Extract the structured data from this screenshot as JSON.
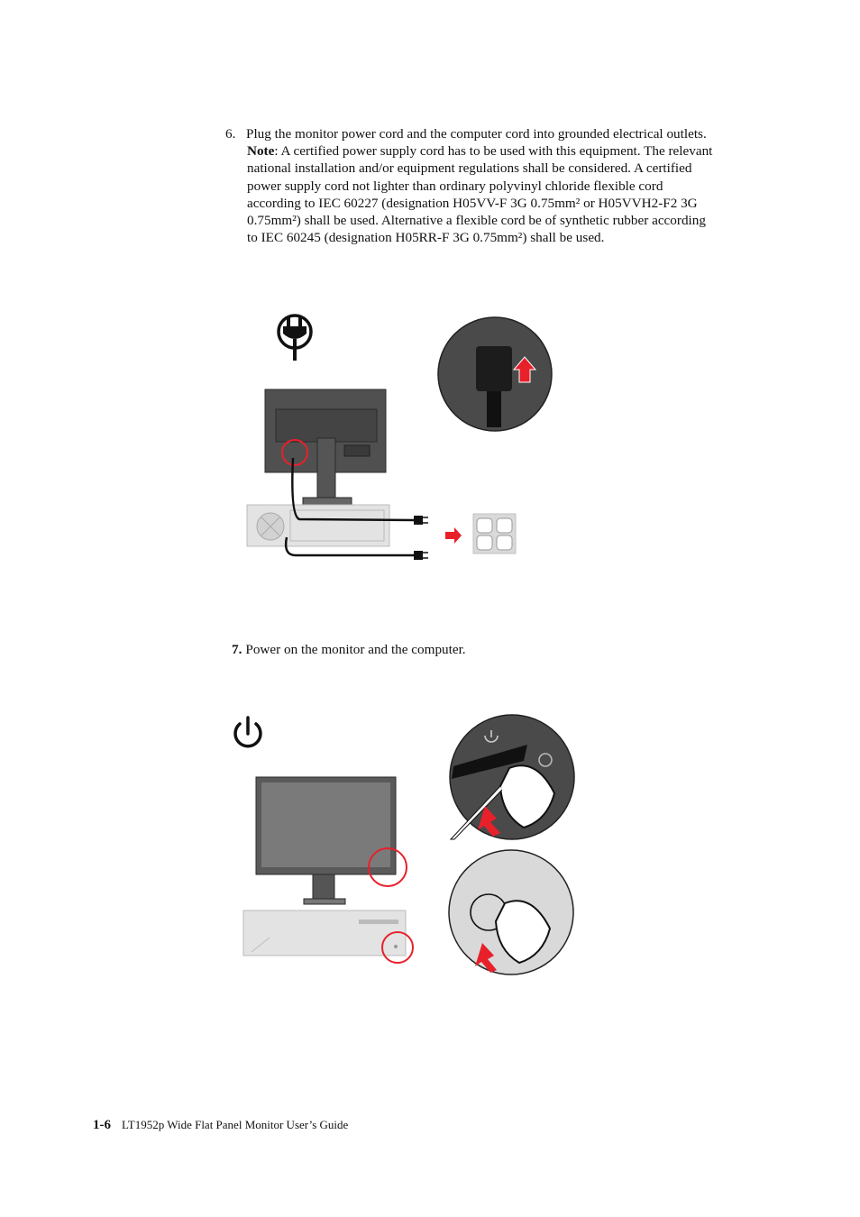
{
  "step6": {
    "number": "6.",
    "instruction": "Plug the monitor power cord and the computer cord into grounded electrical outlets.",
    "note_label": "Note",
    "note_lines": [
      ": A certified power supply cord has to be used with this equipment. The relevant",
      "national installation and/or equipment regulations shall be considered. A certified",
      "power supply cord not lighter than ordinary polyvinyl chloride flexible cord",
      "according to IEC 60227 (designation H05VV-F 3G 0.75mm² or H05VVH2-F2 3G",
      "0.75mm²) shall be used. Alternative a flexible cord be of synthetic rubber according",
      "to IEC 60245 (designation H05RR-F 3G 0.75mm²) shall be used."
    ]
  },
  "step7": {
    "number": "7.",
    "instruction": "Power on the monitor and the computer."
  },
  "footer": {
    "page_number": "1-6",
    "title": "LT1952p Wide Flat Panel Monitor User’s Guide"
  },
  "colors": {
    "accent_red": "#e8202a",
    "monitor_dark": "#4a4a4a",
    "light_gray": "#d0d0d0"
  }
}
